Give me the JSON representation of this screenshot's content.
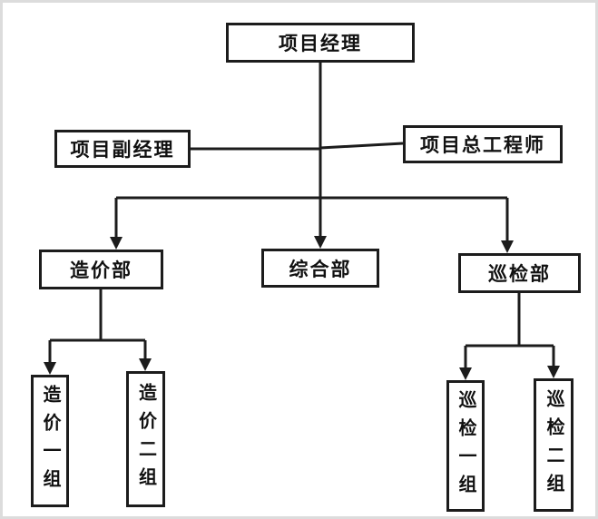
{
  "diagram": {
    "type": "org-chart",
    "root": {
      "id": "project-manager",
      "label": "项目经理"
    },
    "level2": [
      {
        "id": "deputy-project-manager",
        "label": "项目副经理"
      },
      {
        "id": "project-chief-engineer",
        "label": "项目总工程师"
      }
    ],
    "departments": [
      {
        "id": "cost-department",
        "label": "造价部"
      },
      {
        "id": "general-department",
        "label": "综合部"
      },
      {
        "id": "inspection-department",
        "label": "巡检部"
      }
    ],
    "groups": [
      {
        "id": "cost-group-1",
        "label": "造价一组",
        "parent": "cost-department"
      },
      {
        "id": "cost-group-2",
        "label": "造价二组",
        "parent": "cost-department"
      },
      {
        "id": "inspection-group-1",
        "label": "巡检一组",
        "parent": "inspection-department"
      },
      {
        "id": "inspection-group-2",
        "label": "巡检二组",
        "parent": "inspection-department"
      }
    ]
  },
  "colors": {
    "line": "#1c1c1c",
    "box_border": "#1c1c1c",
    "text": "#111111",
    "background": "#ffffff"
  }
}
